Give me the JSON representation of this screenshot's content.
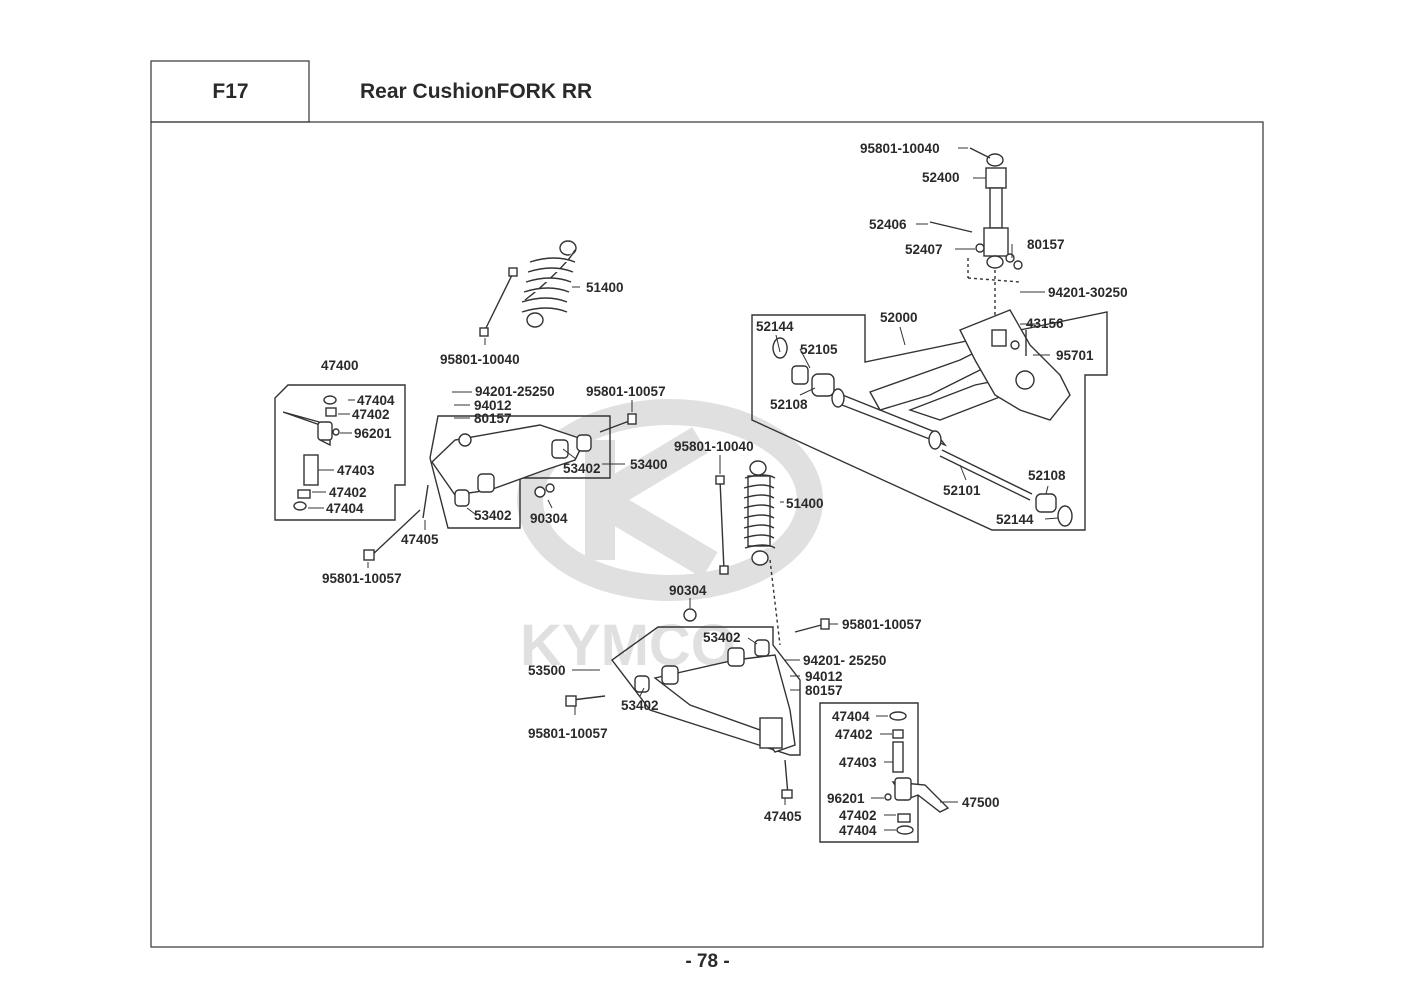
{
  "header": {
    "section_code": "F17",
    "title": "Rear CushionFORK  RR"
  },
  "watermark": {
    "brand": "KYMCO"
  },
  "footer": {
    "page_number": "- 78 -"
  },
  "callouts": {
    "c1": "95801-10040",
    "c2": "52400",
    "c3": "52406",
    "c4": "52407",
    "c5": "80157",
    "c6": "94201-30250",
    "c7": "52000",
    "c8": "52144",
    "c9": "43156",
    "c10": "52105",
    "c11": "95701",
    "c12": "52108",
    "c13": "52101",
    "c14": "52108",
    "c15": "52144",
    "c16": "51400",
    "c17": "95801-10040",
    "c18": "47400",
    "c19": "47404",
    "c20": "47402",
    "c21": "96201",
    "c22": "47403",
    "c23": "47402",
    "c24": "47404",
    "c25": "94201-25250",
    "c26": "94012",
    "c27": "80157",
    "c28": "95801-10057",
    "c29": "53402",
    "c30": "53400",
    "c31": "53402",
    "c32": "90304",
    "c33": "47405",
    "c34": "95801-10057",
    "c35": "95801-10040",
    "c36": "51400",
    "c37": "90304",
    "c38": "95801-10057",
    "c39": "53402",
    "c40": "94201- 25250",
    "c41": "53500",
    "c42": "94012",
    "c43": "80157",
    "c44": "53402",
    "c45": "95801-10057",
    "c46": "47404",
    "c47": "47402",
    "c48": "47403",
    "c49": "96201",
    "c50": "47500",
    "c51": "47402",
    "c52": "47404",
    "c53": "47405"
  }
}
